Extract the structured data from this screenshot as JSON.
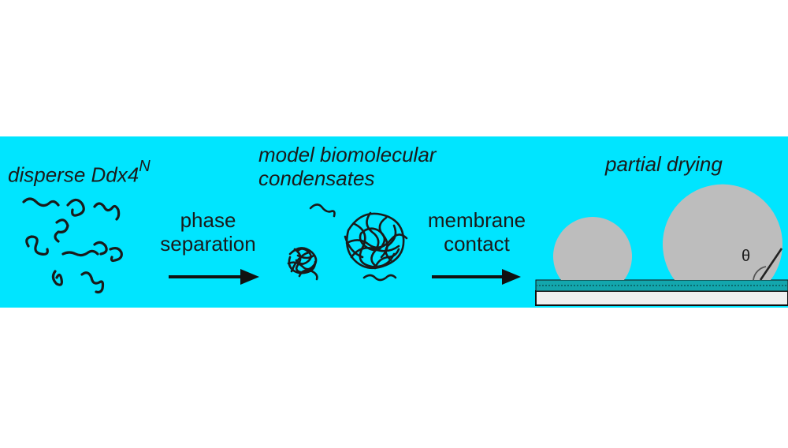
{
  "colors": {
    "band": "#00e5ff",
    "ink": "#1a1a1a",
    "droplet": "#bdbdbd",
    "membrane_teal": "#13a6ad",
    "substrate": "#efefef"
  },
  "labels": {
    "disperse": "disperse Ddx4",
    "disperse_sup": "N",
    "model_line1": "model biomolecular",
    "model_line2": "condensates",
    "partial_drying": "partial drying",
    "phase_line1": "phase",
    "phase_line2": "separation",
    "membrane_line1": "membrane",
    "membrane_line2": "contact",
    "theta": "θ"
  },
  "icons": [
    "right-arrow-icon",
    "right-arrow-icon"
  ]
}
